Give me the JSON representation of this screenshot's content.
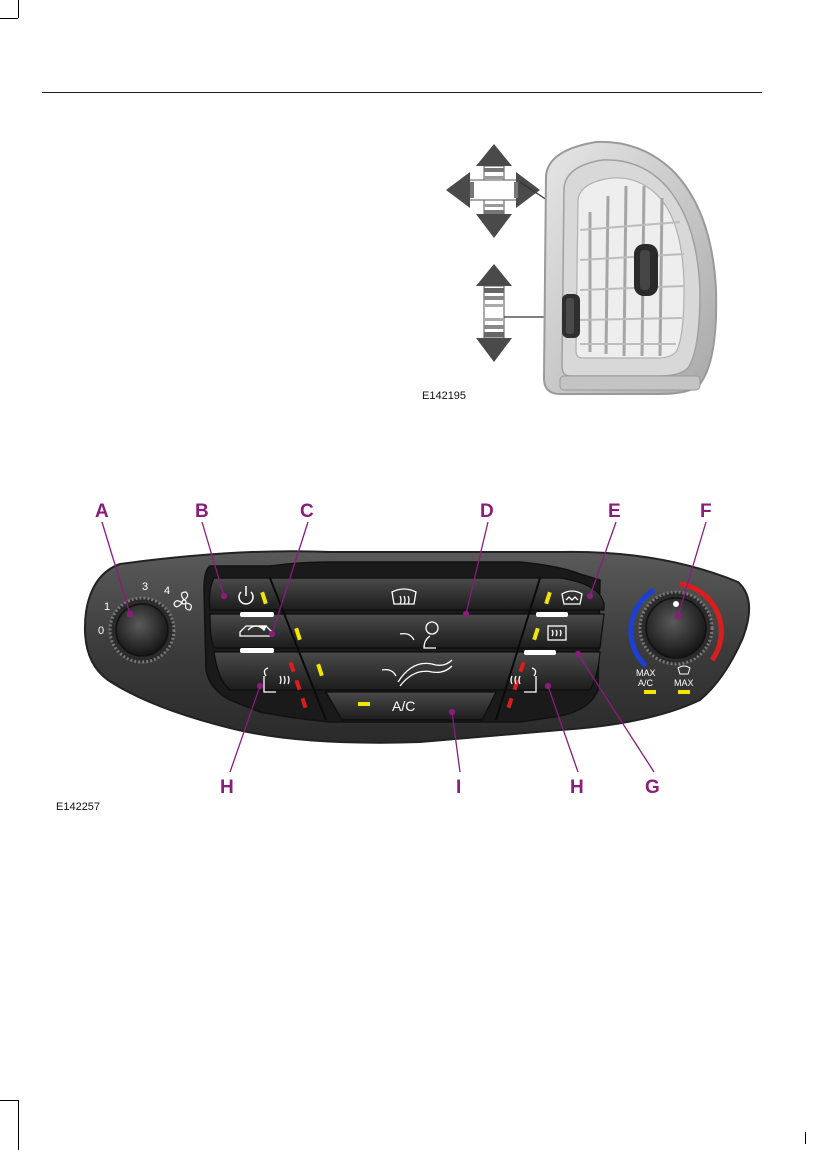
{
  "figures": {
    "vent": {
      "code": "E142195"
    },
    "panel": {
      "code": "E142257"
    }
  },
  "callouts": {
    "top": [
      "A",
      "B",
      "C",
      "D",
      "E",
      "F"
    ],
    "bottom": [
      "H",
      "I",
      "H",
      "G"
    ]
  },
  "panel": {
    "fan_speed_marks": [
      "0",
      "1",
      "3",
      "4"
    ],
    "ac_label": "A/C",
    "max_ac_label_1": "MAX",
    "max_ac_label_2": "A/C",
    "max_defrost_label": "MAX"
  },
  "icons": [
    "arrow-four-way-icon",
    "arrow-up-down-icon",
    "power-icon",
    "recirculation-icon",
    "windshield-defrost-icon",
    "face-airflow-icon",
    "feet-airflow-icon",
    "heated-seat-icon",
    "rear-defrost-icon",
    "fan-icon"
  ],
  "colors": {
    "callout": "#8a1c7c",
    "indicator_yellow": "#f2e600",
    "indicator_red": "#d81e1e",
    "temp_cold": "#1c3fd6",
    "temp_hot": "#d81e1e"
  }
}
